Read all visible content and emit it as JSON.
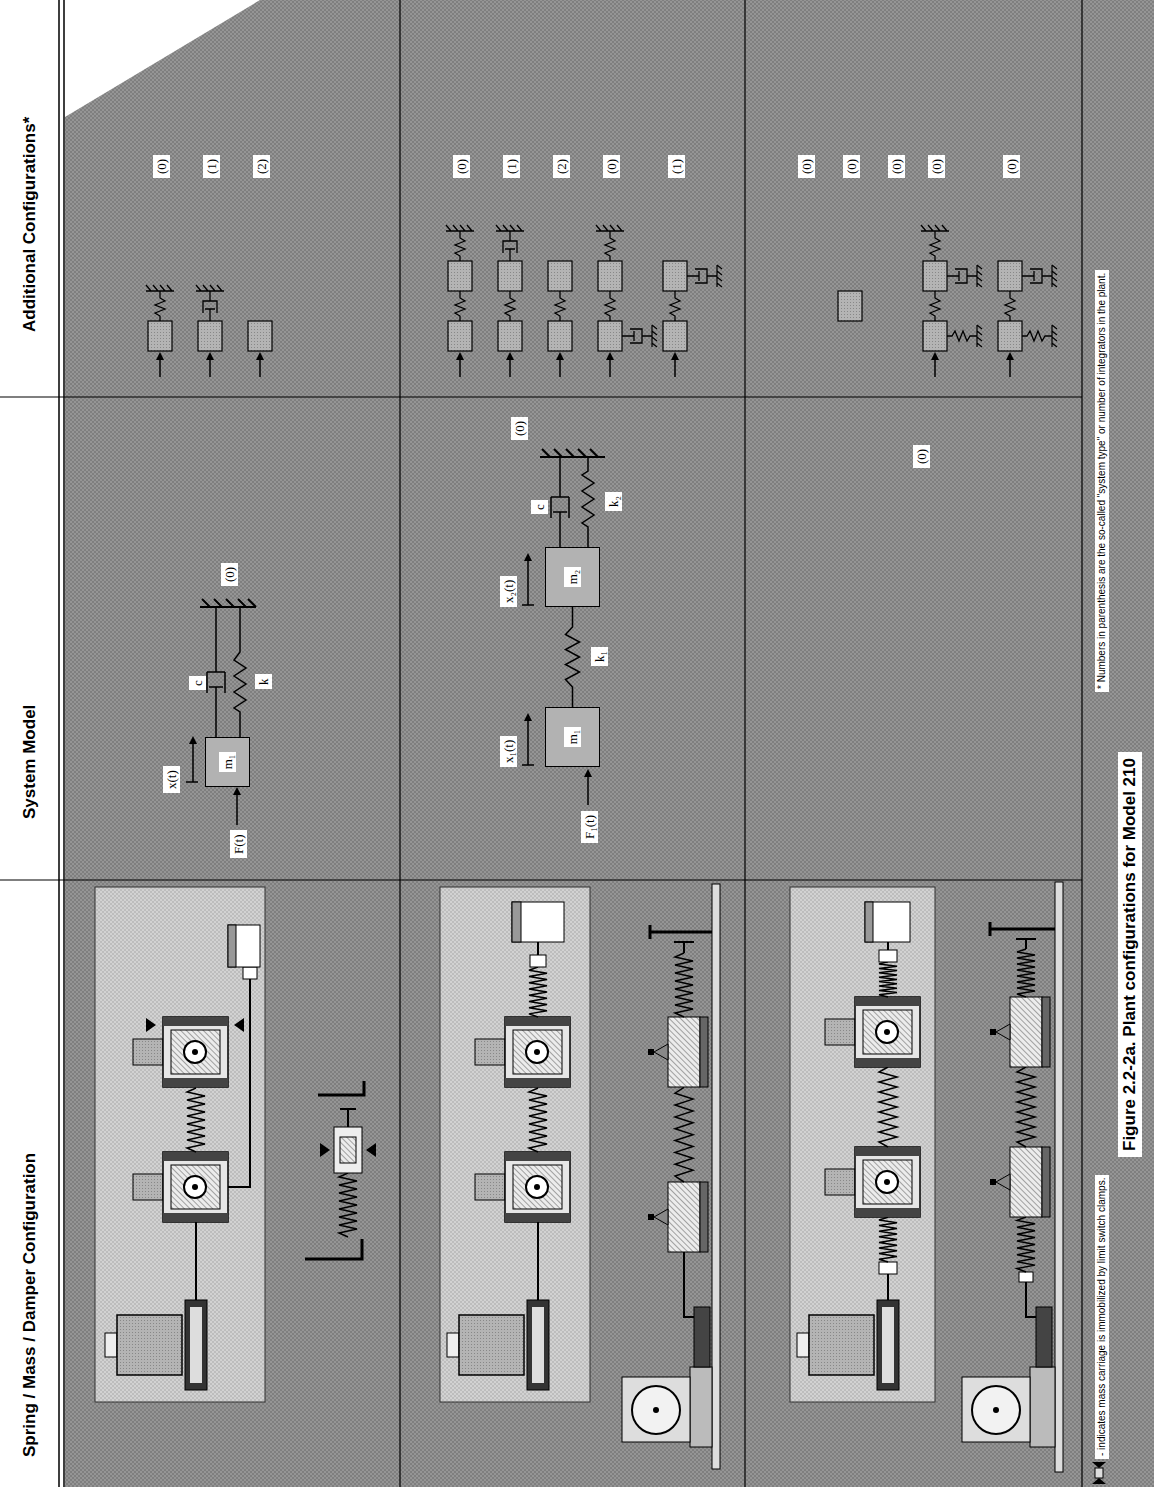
{
  "diagram": {
    "caption": "Figure 2.2-2a. Plant configurations for Model 210",
    "nodes": [
      {
        "text": [
          "m₁"
        ]
      },
      {
        "text": [
          "m₁"
        ]
      },
      {
        "text": [
          "m₂"
        ]
      }
    ],
    "edges": [
      {
        "from": 1,
        "to": 2,
        "arrow": "none",
        "label": "k₁"
      }
    ],
    "labels": [
      "Spring / Mass / Damper Configuration",
      "System Model",
      "Additional Configurations*",
      "x(t)",
      "F(t)",
      "c",
      "k",
      "(0)",
      "x₁(t)",
      "F₁(t)",
      "x₂(t)",
      "c",
      "k₂",
      "(0)",
      "(0)",
      "(0)",
      "(1)",
      "(2)",
      "(0)",
      "(1)",
      "(2)",
      "(0)",
      "(1)",
      "(0)",
      "(0)",
      "(0)",
      "(0)",
      "(0)",
      "- indicates mass carriage is immobilized by limit switch clamps.",
      "* Numbers in parenthesis are the so-called \"system type\" or number of integrators in the plant."
    ]
  }
}
